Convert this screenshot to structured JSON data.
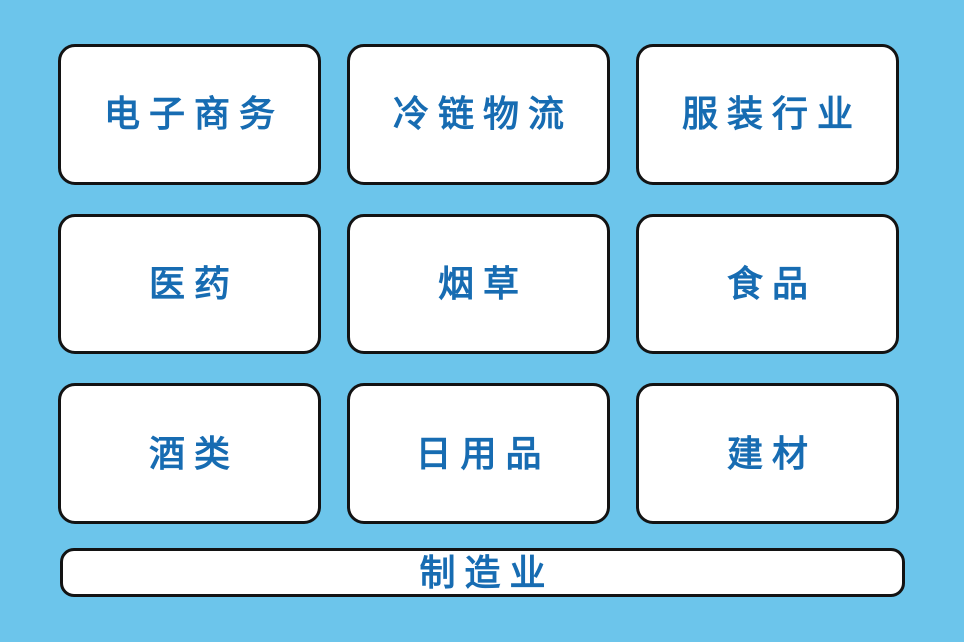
{
  "colors": {
    "background": "#6CC5EB",
    "card_background": "#FFFFFF",
    "card_border": "#131313",
    "label_text": "#176CB2"
  },
  "cards": [
    {
      "label": "电子商务"
    },
    {
      "label": "冷链物流"
    },
    {
      "label": "服装行业"
    },
    {
      "label": "医药"
    },
    {
      "label": "烟草"
    },
    {
      "label": "食品"
    },
    {
      "label": "酒类"
    },
    {
      "label": "日用品"
    },
    {
      "label": "建材"
    }
  ],
  "footer": {
    "label": "制造业"
  }
}
